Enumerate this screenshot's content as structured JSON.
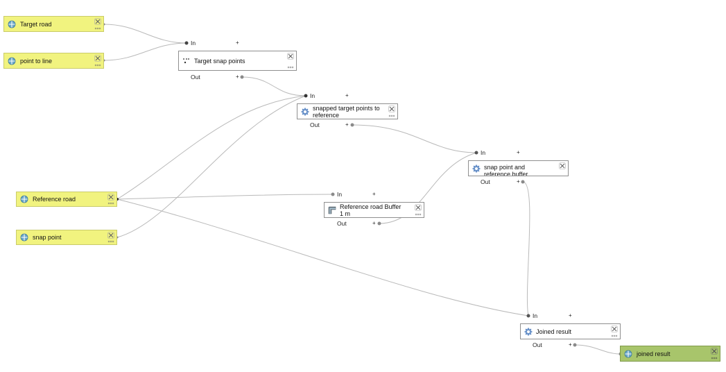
{
  "inputs": [
    {
      "id": "target_road",
      "label": "Target road"
    },
    {
      "id": "point_to_line",
      "label": "point to line"
    },
    {
      "id": "reference_road",
      "label": "Reference road"
    },
    {
      "id": "snap_point",
      "label": "snap point"
    }
  ],
  "algorithms": [
    {
      "id": "target_snap_points",
      "label": "Target snap points",
      "icon": "points-icon"
    },
    {
      "id": "snapped_target",
      "label": "snapped target points to reference",
      "icon": "gear-icon"
    },
    {
      "id": "snap_ref_buffer",
      "label": "snap point and reference buffer",
      "icon": "gear-icon"
    },
    {
      "id": "ref_road_buffer",
      "label": "Reference road Buffer 1 m",
      "icon": "buffer-icon"
    },
    {
      "id": "joined_result_alg",
      "label": "Joined result",
      "icon": "gear-icon"
    }
  ],
  "outputs": [
    {
      "id": "joined_result_out",
      "label": "joined result"
    }
  ],
  "ports": {
    "in": "In",
    "out": "Out",
    "plus": "+"
  },
  "colors": {
    "input": "#f1f37f",
    "output": "#a8c56b",
    "wire": "#b9b9b9"
  }
}
